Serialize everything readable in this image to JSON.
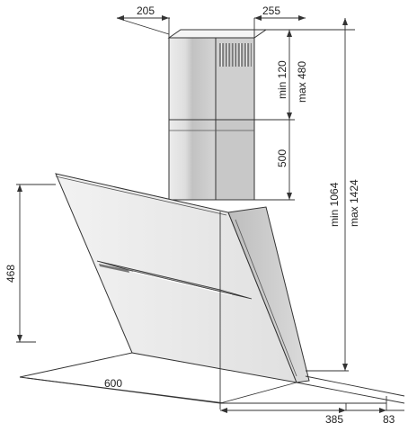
{
  "dimensions": {
    "chimney_width": "205",
    "chimney_depth": "255",
    "min_upper": "min 120",
    "max_upper": "max 480",
    "lower_section": "500",
    "min_total": "min 1064",
    "max_total": "max 1424",
    "hood_height": "468",
    "hood_width": "600",
    "hood_depth": "385",
    "glass_offset": "83"
  },
  "colors": {
    "line": "#333333",
    "shade_light": "#e6e6e6",
    "shade_mid": "#cfcfcf",
    "shade_dark": "#b5b5b5"
  }
}
